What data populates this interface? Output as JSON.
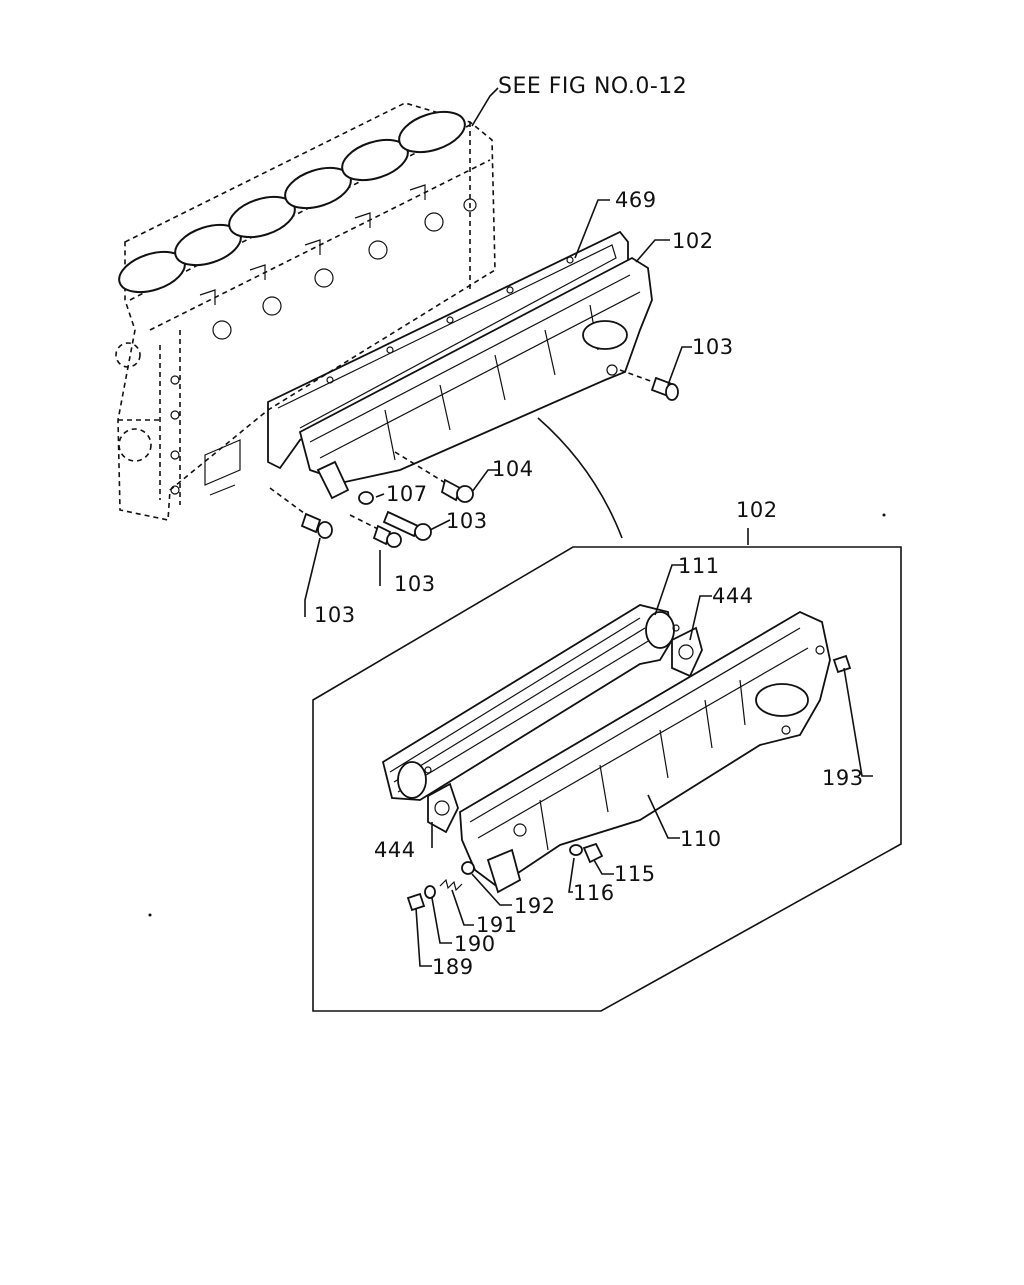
{
  "diagram": {
    "see_reference": "SEE FIG NO.0-12",
    "callouts": {
      "c469": "469",
      "c102_top": "102",
      "c103_right": "103",
      "c104": "104",
      "c107": "107",
      "c103_mid": "103",
      "c103_low": "103",
      "c103_left": "103",
      "c102_box": "102",
      "c111": "111",
      "c444_top": "444",
      "c193": "193",
      "c110": "110",
      "c444_left": "444",
      "c115": "115",
      "c116": "116",
      "c192": "192",
      "c191": "191",
      "c190": "190",
      "c189": "189"
    }
  }
}
